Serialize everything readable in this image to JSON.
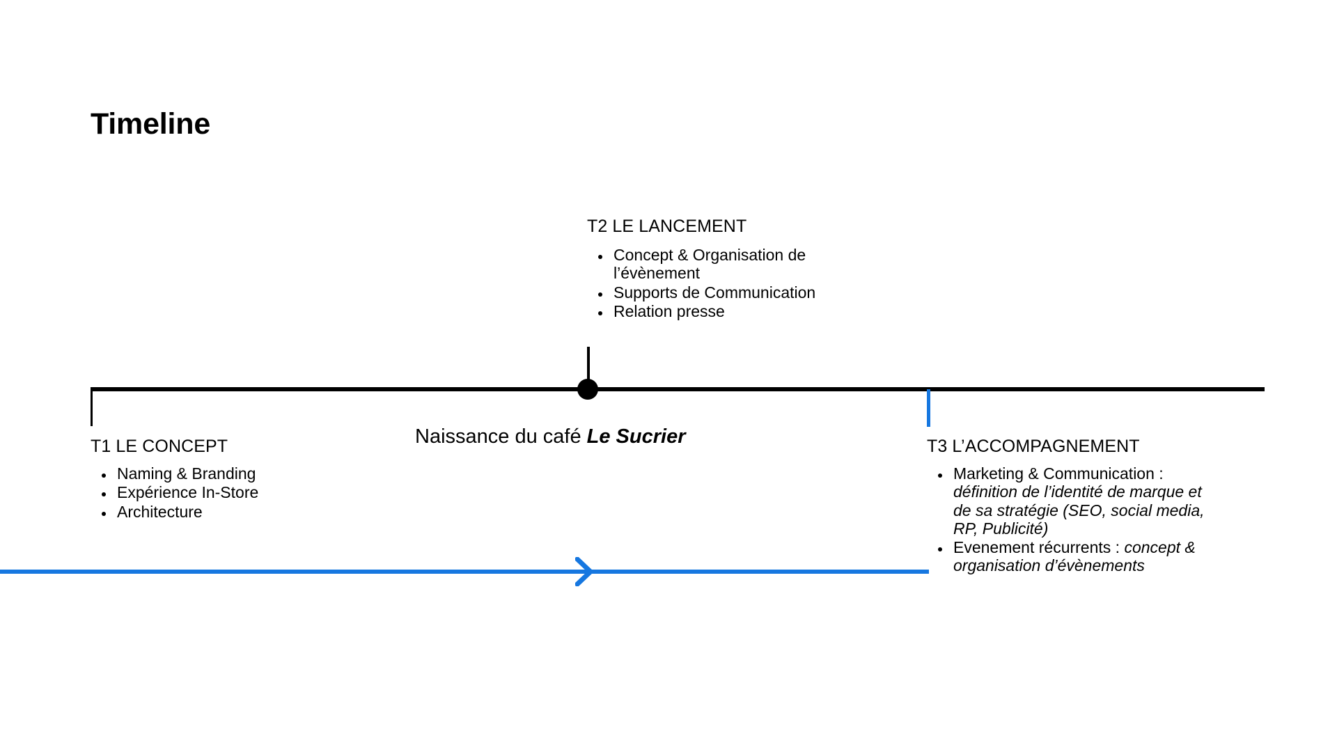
{
  "page": {
    "title": "Timeline",
    "background_color": "#ffffff",
    "text_color": "#000000",
    "accent_color": "#1677e0"
  },
  "axis": {
    "color": "#000000",
    "marker_icon": "timeline-dot-icon",
    "arrow_icon": "arrow-right-icon",
    "arrow_color": "#1677e0"
  },
  "center": {
    "text_prefix": "Naissance du café ",
    "brand": "Le Sucrier"
  },
  "phases": [
    {
      "id": "t1",
      "heading": "T1 LE CONCEPT",
      "position": "below",
      "tick_color": "#000000",
      "items": [
        {
          "lead": "Naming & Branding",
          "emphasis": ""
        },
        {
          "lead": "Expérience In-Store",
          "emphasis": ""
        },
        {
          "lead": "Architecture",
          "emphasis": ""
        }
      ]
    },
    {
      "id": "t2",
      "heading": "T2 LE LANCEMENT",
      "position": "above",
      "tick_color": "#000000",
      "items": [
        {
          "lead": "Concept & Organisation de l’évènement",
          "emphasis": ""
        },
        {
          "lead": "Supports de Communication",
          "emphasis": ""
        },
        {
          "lead": "Relation presse",
          "emphasis": ""
        }
      ]
    },
    {
      "id": "t3",
      "heading": "T3 L’ACCOMPAGNEMENT",
      "position": "below",
      "tick_color": "#1677e0",
      "items": [
        {
          "lead": "Marketing & Communication : ",
          "emphasis": "définition de l’identité de marque et de sa stratégie (SEO, social media, RP, Publicité)"
        },
        {
          "lead": "Evenement récurrents : ",
          "emphasis": "concept & organisation d’évènements"
        }
      ]
    }
  ]
}
